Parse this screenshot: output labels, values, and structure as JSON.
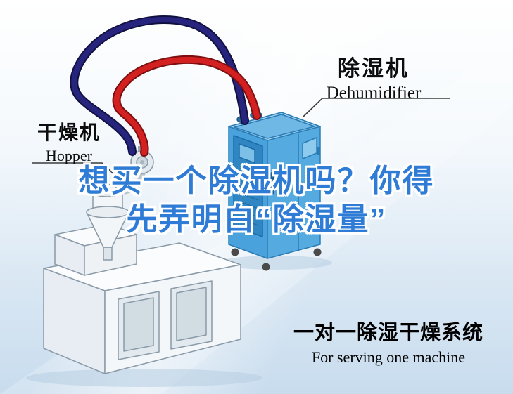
{
  "headline": {
    "line1": "想买一个除湿机吗？你得",
    "line2": "先弄明白“除湿量”"
  },
  "callouts": {
    "dehumidifier": {
      "cn": "除湿机",
      "en": "Dehumidifier"
    },
    "hopper": {
      "cn": "干燥机",
      "en": "Hopper"
    }
  },
  "caption": {
    "cn": "一对一除湿干燥系统",
    "en": "For serving one machine"
  },
  "colors": {
    "background_top": "#ffffff",
    "background_bottom": "#c8dcee",
    "machine_blue": "#4aa2dc",
    "machine_blue_dark": "#2f86c2",
    "pipe_red": "#d32121",
    "pipe_navy": "#26247c",
    "headline_blue": "#2e7cd6",
    "label_text": "#0d0d0d"
  }
}
